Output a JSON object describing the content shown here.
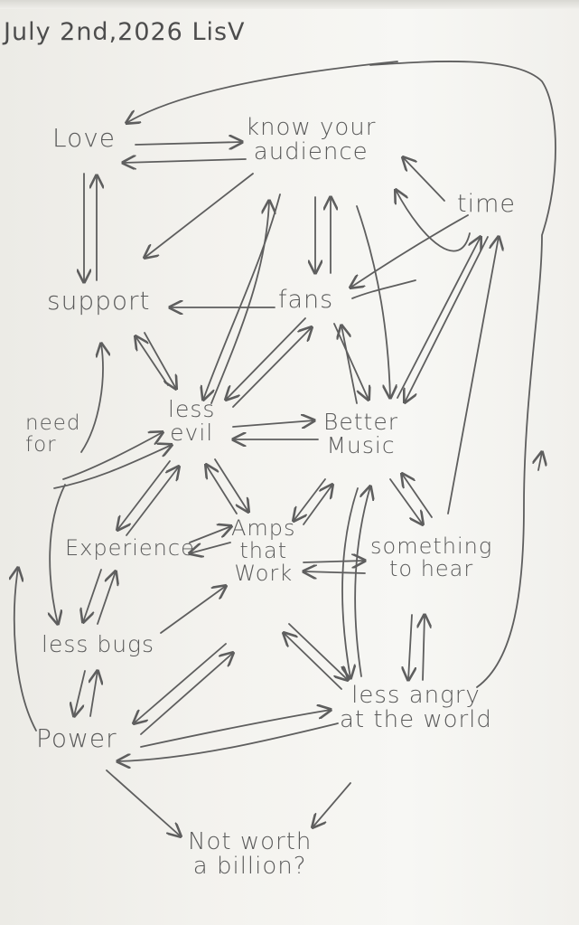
{
  "header": {
    "note": "July 2nd,2026 LisV"
  },
  "nodes": {
    "love": {
      "label": "Love"
    },
    "know_your_audience": {
      "lines": [
        "know your",
        "audience"
      ]
    },
    "time": {
      "label": "time"
    },
    "support": {
      "label": "support"
    },
    "fans": {
      "label": "fans"
    },
    "need_for": {
      "lines": [
        "need",
        "for"
      ]
    },
    "less_evil": {
      "lines": [
        "less",
        "evil"
      ]
    },
    "better_music": {
      "lines": [
        "Better",
        "Music"
      ]
    },
    "experience": {
      "label": "Experience"
    },
    "amps_that_work": {
      "lines": [
        "Amps",
        "that",
        "Work"
      ]
    },
    "something_to_hear": {
      "lines": [
        "something",
        "to hear"
      ]
    },
    "less_bugs": {
      "label": "less bugs"
    },
    "power": {
      "label": "Power"
    },
    "less_angry": {
      "lines": [
        "less angry",
        "at the world"
      ]
    },
    "not_worth": {
      "lines": [
        "Not worth",
        "a billion?"
      ]
    }
  },
  "style": {
    "ink": "#5a5a5a",
    "paper": "#f4f3ef"
  }
}
